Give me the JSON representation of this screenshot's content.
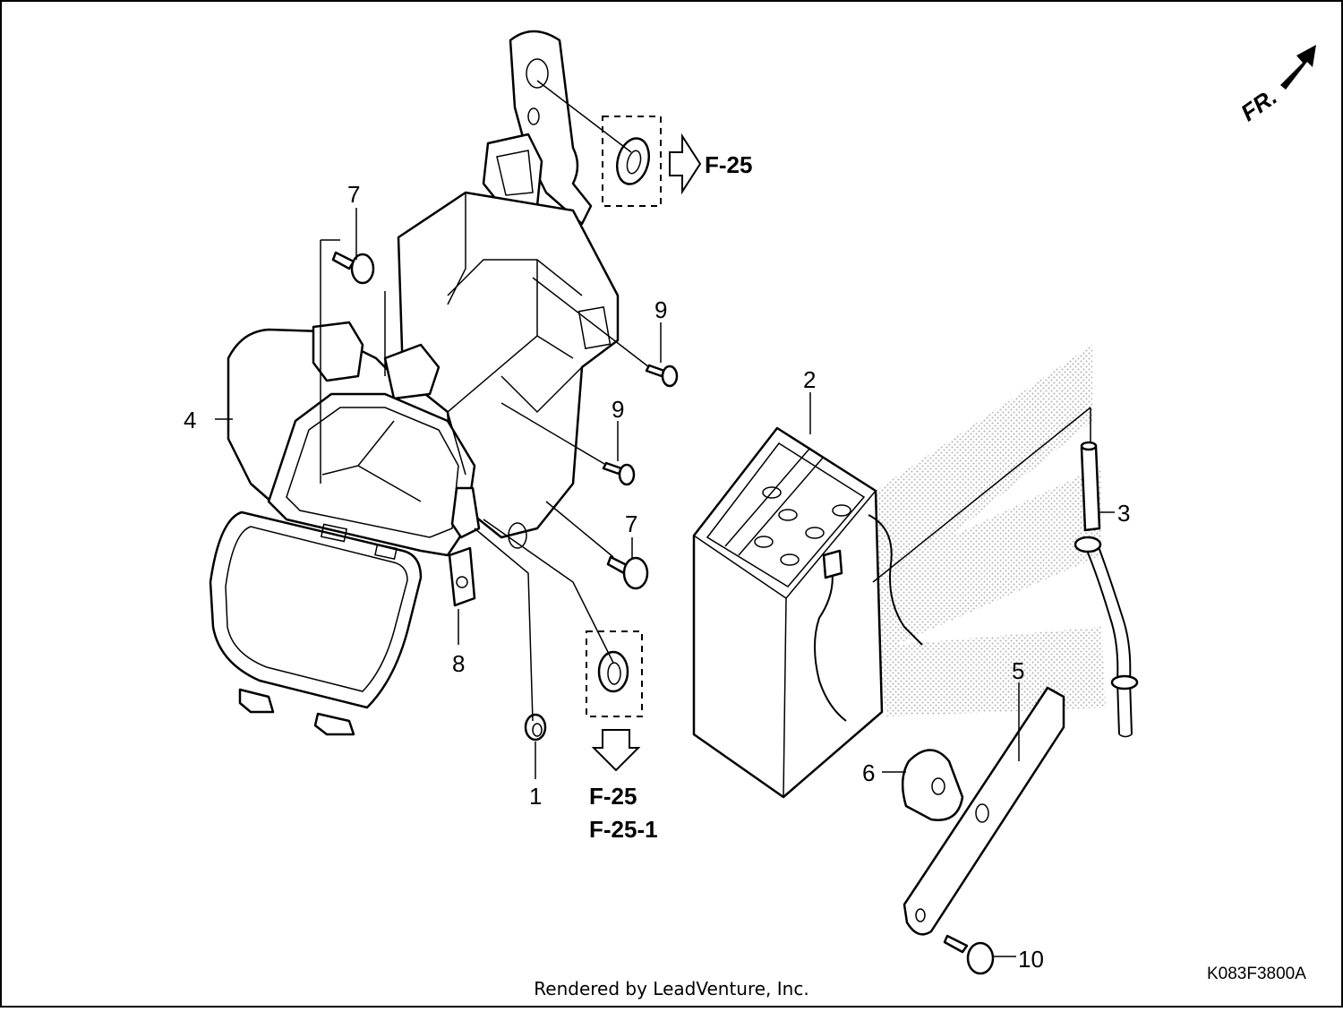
{
  "diagram": {
    "callouts": [
      {
        "id": "c1",
        "label": "1"
      },
      {
        "id": "c2",
        "label": "2"
      },
      {
        "id": "c3",
        "label": "3"
      },
      {
        "id": "c4",
        "label": "4"
      },
      {
        "id": "c5",
        "label": "5"
      },
      {
        "id": "c6",
        "label": "6"
      },
      {
        "id": "c7a",
        "label": "7"
      },
      {
        "id": "c7b",
        "label": "7"
      },
      {
        "id": "c8",
        "label": "8"
      },
      {
        "id": "c9a",
        "label": "9"
      },
      {
        "id": "c9b",
        "label": "9"
      },
      {
        "id": "c10",
        "label": "10"
      }
    ],
    "references": {
      "top": "F-25",
      "bottom_1": "F-25",
      "bottom_2": "F-25-1"
    },
    "front_indicator": "FR.",
    "diagram_code": "K083F3800A"
  },
  "footer": {
    "credit": "Rendered by LeadVenture, Inc."
  },
  "icons": [
    "front-direction-arrow-icon",
    "reference-arrow-icon"
  ],
  "colors": {
    "line": "#000000",
    "background": "#ffffff",
    "watermark": "#9a9a9a"
  }
}
